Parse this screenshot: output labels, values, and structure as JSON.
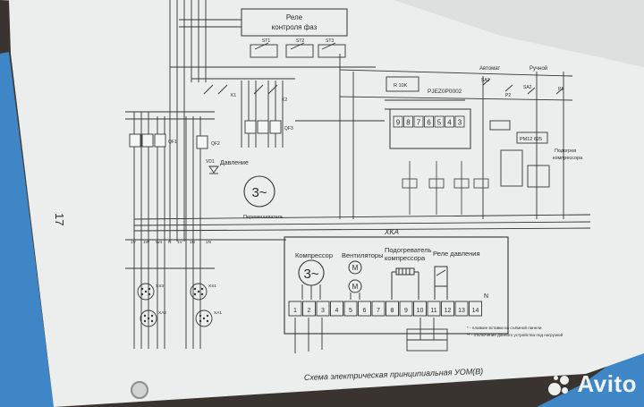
{
  "diagram": {
    "page_number": "17",
    "caption": "Схема электрическая принципиальная УОМ(В)",
    "relay_title_line1": "Реле",
    "relay_title_line2": "контроля фаз",
    "terminal_block_label": "XKA",
    "component_labels": {
      "compressor": "Компрессор",
      "fans": "Вентиляторы",
      "heater_line1": "Подогреватель",
      "heater_line2": "компрессора",
      "pressure_relay": "Реле давления",
      "motor_symbol": "3~",
      "small_motor_symbol": "M",
      "stirrer": "Перемешиватель",
      "pressure": "Давление",
      "automatic": "Автомат",
      "manual": "Ручной",
      "compressor_preheat_line1": "Подогрев",
      "compressor_preheat_line2": "компрессора",
      "controller": "PJEZ0P0002",
      "resistor": "R 10K",
      "pm_module": "PM12 625",
      "vd1": "VD1"
    },
    "breaker_labels": [
      "QF1",
      "QF2",
      "QF3"
    ],
    "contact_labels": [
      "K1",
      "K2",
      "ST1",
      "ST2",
      "ST3",
      "SA1",
      "SA2",
      "P1",
      "P2"
    ],
    "controller_terminals": [
      "9",
      "8",
      "7",
      "6",
      "5",
      "4",
      "3"
    ],
    "terminal_numbers": [
      "1",
      "2",
      "3",
      "4",
      "5",
      "6",
      "7",
      "8",
      "9",
      "10",
      "11",
      "12",
      "13",
      "14"
    ],
    "terminal_end_label": "N",
    "connector_labels": [
      "XS3",
      "XS1",
      "XA2",
      "XA1"
    ],
    "bus_labels": [
      "1V",
      "1W",
      "W4",
      "N",
      "1V",
      "1U",
      "1N"
    ],
    "notes": [
      "* - плавкие вставки на съёмной панели",
      "** - отключение данного устройства под нагрузкой"
    ]
  },
  "watermark": {
    "text": "Avito"
  },
  "colors": {
    "paper": "#ecefee",
    "frame_blue": "#3f86c6",
    "ink": "#2b2b2b",
    "background": "#3a3430"
  }
}
